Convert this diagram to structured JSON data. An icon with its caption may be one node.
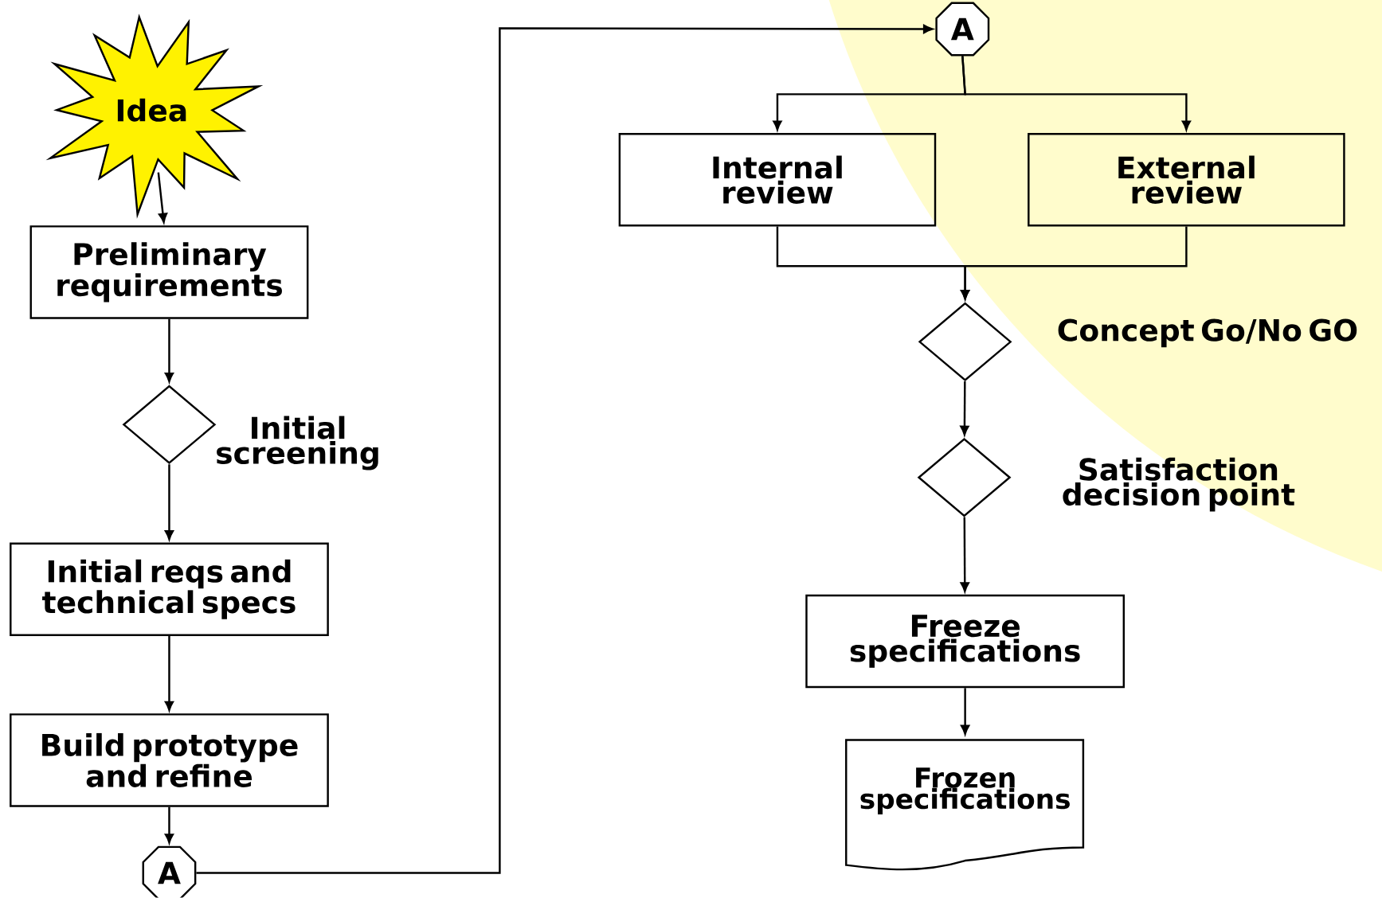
{
  "diagram": {
    "nodes": [
      {
        "text": [
          "Idea"
        ]
      },
      {
        "text": [
          "Preliminary requirements"
        ]
      },
      {
        "text": [],
        "shape": "diamond",
        "beside": [
          "Initial screening"
        ]
      },
      {
        "text": [
          "Initial reqs and technical specs"
        ]
      },
      {
        "text": [
          "Build prototype and refine"
        ]
      },
      {
        "text": [
          "A"
        ]
      },
      {
        "text": [
          "A"
        ]
      },
      {
        "text": [
          "Internal review"
        ]
      },
      {
        "text": [
          "External review"
        ]
      },
      {
        "text": [],
        "shape": "diamond",
        "beside": [
          "Concept Go/No GO"
        ]
      },
      {
        "text": [],
        "shape": "diamond",
        "beside": [
          "Satisfaction decision point"
        ]
      },
      {
        "text": [
          "Freeze specifications"
        ]
      },
      {
        "text": [
          "Frozen specifications"
        ]
      }
    ],
    "edges": [
      {
        "from": 0,
        "to": 1,
        "arrow": "to"
      },
      {
        "from": 1,
        "to": 2,
        "arrow": "to"
      },
      {
        "from": 2,
        "to": 3,
        "arrow": "to"
      },
      {
        "from": 3,
        "to": 4,
        "arrow": "to"
      },
      {
        "from": 4,
        "to": 5,
        "arrow": "to"
      },
      {
        "from": 5,
        "to": 6,
        "arrow": "to"
      },
      {
        "from": 6,
        "to": 7,
        "arrow": "to"
      },
      {
        "from": 6,
        "to": 8,
        "arrow": "to"
      },
      {
        "from": 7,
        "to": 9,
        "arrow": "to"
      },
      {
        "from": 8,
        "to": 9,
        "arrow": "to"
      },
      {
        "from": 9,
        "to": 10,
        "arrow": "to"
      },
      {
        "from": 10,
        "to": 11,
        "arrow": "to"
      },
      {
        "from": 11,
        "to": 12,
        "arrow": "to"
      }
    ]
  }
}
